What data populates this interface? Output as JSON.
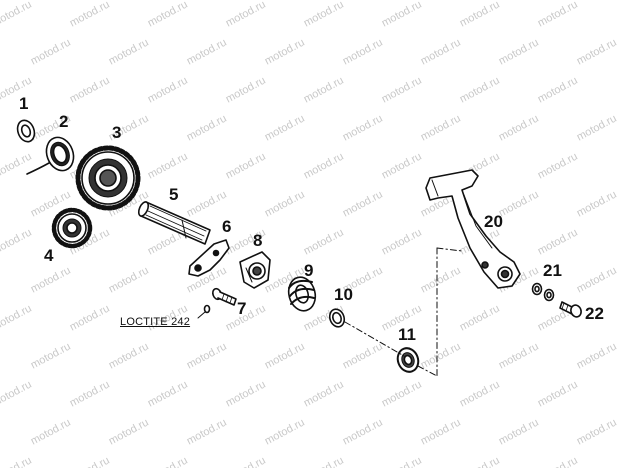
{
  "diagram": {
    "watermark": "motod.ru",
    "note": "LOCTITE 242",
    "parts": [
      {
        "num": "1"
      },
      {
        "num": "2"
      },
      {
        "num": "3"
      },
      {
        "num": "4"
      },
      {
        "num": "5"
      },
      {
        "num": "6"
      },
      {
        "num": "7"
      },
      {
        "num": "8"
      },
      {
        "num": "9"
      },
      {
        "num": "10"
      },
      {
        "num": "11"
      },
      {
        "num": "20"
      },
      {
        "num": "21"
      },
      {
        "num": "22"
      }
    ]
  }
}
